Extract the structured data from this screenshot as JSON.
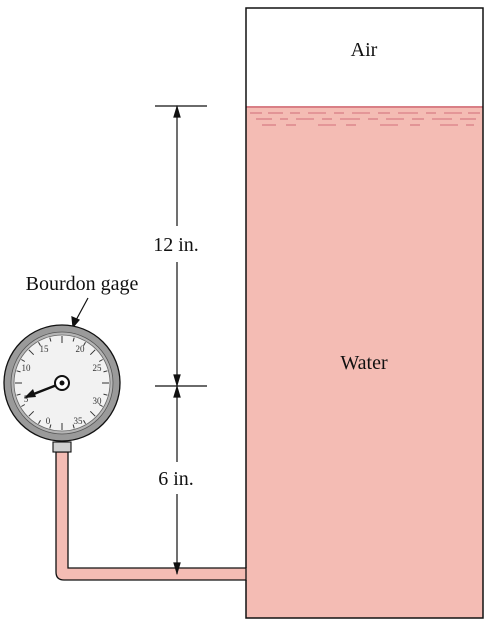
{
  "diagram": {
    "labels": {
      "air": "Air",
      "water": "Water",
      "gage": "Bourdon gage",
      "dim_upper": "12 in.",
      "dim_lower": "6 in."
    },
    "dial_numbers": [
      "0",
      "5",
      "10",
      "15",
      "20",
      "25",
      "30",
      "35"
    ],
    "colors": {
      "water": "#f4bcb4",
      "water_dashes": "#d97f86",
      "outline": "#111111",
      "gage_rim": "#9a9a9a",
      "gage_face": "#f2f2f2"
    }
  }
}
